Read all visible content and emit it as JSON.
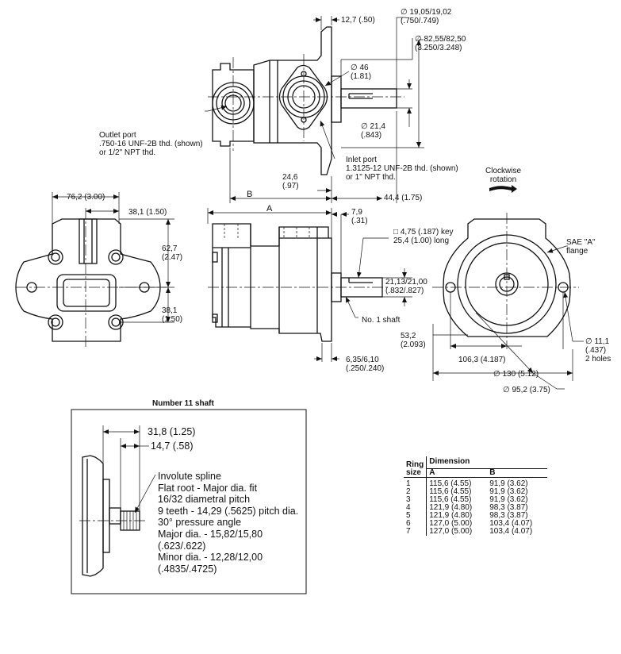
{
  "top_view": {
    "dim_12_7": "12,7 (.50)",
    "dim_shaft_dia": "∅ 19,05/19,02\n(.750/.749)",
    "dim_pilot_dia": "∅ 82,55/82,50\n(3.250/3.248)",
    "dim_port_dia": "∅ 46\n(1.81)",
    "dim_21_4": "∅ 21,4\n(.843)",
    "outlet_port": "Outlet port\n.750-16 UNF-2B thd. (shown)\nor 1/2\" NPT thd.",
    "inlet_port": "Inlet port\n1.3125-12 UNF-2B thd. (shown)\nor 1\" NPT thd.",
    "dim_24_6": "24,6\n(.97)",
    "dim_b": "B",
    "dim_44_4": "44,4 (1.75)",
    "clockwise": "Clockwise\nrotation"
  },
  "left_view": {
    "dim_76_2": "76,2 (3.00)",
    "dim_38_1_top": "38,1 (1.50)",
    "dim_62_7": "62,7\n(2.47)",
    "dim_38_1_side": "38,1\n(1.50)"
  },
  "side_view": {
    "dim_a": "A",
    "dim_7_9": "7,9\n(.31)",
    "key": "□ 4,75 (.187) key\n25,4 (1.00) long",
    "dim_21_13": "21,13/21,00\n(.832/.827)",
    "no1_shaft": "No. 1 shaft",
    "dim_6_35": "6,35/6,10\n(.250/.240)"
  },
  "right_view": {
    "sae_flange": "SAE \"A\"\nflange",
    "dim_53_2": "53,2\n(2.093)",
    "dim_106_3": "106,3 (4.187)",
    "dim_11_1": "∅ 11,1\n(.437)\n2 holes",
    "dim_130": "∅ 130 (5.12)",
    "dim_95_2": "∅ 95,2 (3.75)"
  },
  "shaft11": {
    "title": "Number 11 shaft",
    "dim_31_8": "31,8 (1.25)",
    "dim_14_7": "14,7 (.58)",
    "spline_text": "Involute spline\nFlat root - Major dia. fit\n16/32 diametral pitch\n9 teeth - 14,29 (.5625) pitch dia.\n30° pressure angle\nMajor dia. - 15,82/15,80\n(.623/.622)\nMinor dia. - 12,28/12,00\n(.4835/.4725)"
  },
  "ring_table": {
    "col_ring": "Ring\nsize",
    "col_dimension": "Dimension",
    "col_a": "A",
    "col_b": "B",
    "rows": [
      {
        "ring": "1",
        "a": "115,6 (4.55)",
        "b": "91,9 (3.62)"
      },
      {
        "ring": "2",
        "a": "115,6 (4.55)",
        "b": "91,9 (3.62)"
      },
      {
        "ring": "3",
        "a": "115,6 (4.55)",
        "b": "91,9 (3.62)"
      },
      {
        "ring": "4",
        "a": "121,9 (4.80)",
        "b": "98,3 (3.87)"
      },
      {
        "ring": "5",
        "a": "121,9 (4.80)",
        "b": "98,3 (3.87)"
      },
      {
        "ring": "6",
        "a": "127,0 (5.00)",
        "b": "103,4 (4.07)"
      },
      {
        "ring": "7",
        "a": "127,0 (5.00)",
        "b": "103,4 (4.07)"
      }
    ]
  }
}
